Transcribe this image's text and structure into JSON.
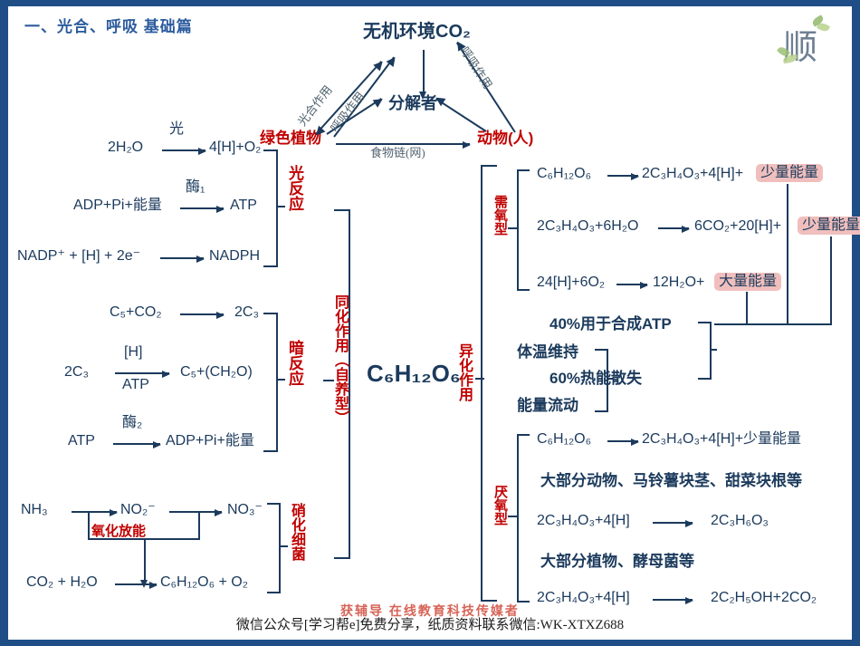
{
  "page": {
    "title": "一、光合、呼吸 基础篇",
    "logo_char": "顺",
    "border_color": "#1f4e87",
    "accent_red": "#c00000",
    "ink_navy": "#1b3a5c",
    "highlight_pink": "#f0bfbd"
  },
  "ecology": {
    "co2": "无机环境CO₂",
    "decomposer": "分解者",
    "plant": "绿色植物",
    "animal": "动物(人)",
    "photosynthesis_label": "光合作用",
    "respiration_label_1": "呼吸作用",
    "respiration_label_2": "呼吸作用",
    "food_chain_label": "食物链(网)"
  },
  "light_reaction": {
    "bracket_label": "光反应",
    "rows": [
      {
        "left": "2H",
        "left_sub": "2",
        "left_rest": "O",
        "over_label": "光",
        "right": "4[H]+O₂"
      },
      {
        "left": "ADP+Pi+能量",
        "over_label": "酶₁",
        "right": "ATP"
      },
      {
        "left": "NADP⁺ + [H] + 2e⁻",
        "over_label": "",
        "right": "NADPH"
      }
    ],
    "r1_left": "2H₂O",
    "r1_over": "光",
    "r1_right": "4[H]+O₂",
    "r2_left": "ADP+Pi+能量",
    "r2_over": "酶₁",
    "r2_right": "ATP",
    "r3_left": "NADP⁺ + [H] + 2e⁻",
    "r3_right": "NADPH"
  },
  "dark_reaction": {
    "bracket_label": "暗反应",
    "r1_left": "C₅+CO₂",
    "r1_right": "2C₃",
    "r2_left": "2C₃",
    "r2_over": "[H]",
    "r2_under": "ATP",
    "r2_right": "C₅+(CH₂O)",
    "r3_left": "ATP",
    "r3_over": "酶₂",
    "r3_right": "ADP+Pi+能量"
  },
  "nitrification": {
    "bracket_label": "硝化细菌",
    "r1_a": "NH₃",
    "r1_b": "NO₂⁻",
    "r1_c": "NO₃⁻",
    "energy_label": "氧化放能",
    "r2_left": "CO₂ + H₂O",
    "r2_right": "C₆H₁₂O₆ + O₂"
  },
  "center": {
    "assimilation_label": "同化作用（自养型）",
    "glucose": "C₆H₁₂O₆",
    "dissimilation_label": "异化作用"
  },
  "aerobic": {
    "bracket_label": "需氧型",
    "rows": [
      {
        "left": "C₆H₁₂O₆",
        "right": "2C₃H₄O₃+4[H]+",
        "energy": "少量能量"
      },
      {
        "left": "2C₃H₄O₃+6H₂O",
        "right": "6CO₂+20[H]+",
        "energy": "少量能量"
      },
      {
        "left": "24[H]+6O₂",
        "right": "12H₂O+",
        "energy": "大量能量"
      }
    ]
  },
  "energy_use": {
    "atp": "40%用于合成ATP",
    "heat": "60%热能散失",
    "branch_top": "体温维持",
    "branch_bottom": "能量流动"
  },
  "anaerobic": {
    "bracket_label": "厌氧型",
    "r1_left": "C₆H₁₂O₆",
    "r1_right": "2C₃H₄O₃+4[H]+少量能量",
    "note1": "大部分动物、马铃薯块茎、甜菜块根等",
    "r2_left": "2C₃H₄O₃+4[H]",
    "r2_right": "2C₃H₆O₃",
    "note2": "大部分植物、酵母菌等",
    "r3_left": "2C₃H₄O₃+4[H]",
    "r3_right": "2C₂H₅OH+2CO₂"
  },
  "footer": {
    "text": "微信公众号[学习帮e]免费分享，纸质资料联系微信:WK-XTXZ688",
    "watermark": "获辅导 在线教育科技传媒者"
  }
}
